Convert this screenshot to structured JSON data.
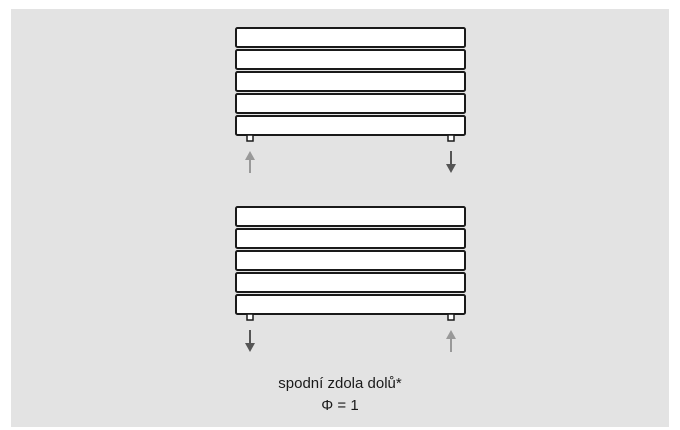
{
  "diagram": {
    "caption_line1": "spodní zdola dolů*",
    "caption_line2": "Φ = 1",
    "colors": {
      "background": "#e3e3e3",
      "bar_fill": "#ffffff",
      "bar_stroke": "#1a1a1a",
      "arrow_inlet": "#999999",
      "arrow_outlet": "#555555"
    },
    "radiators": [
      {
        "name": "radiator-top",
        "bar_count": 5,
        "left_arrow": "up",
        "right_arrow": "down"
      },
      {
        "name": "radiator-bottom",
        "bar_count": 5,
        "left_arrow": "down",
        "right_arrow": "up"
      }
    ]
  }
}
